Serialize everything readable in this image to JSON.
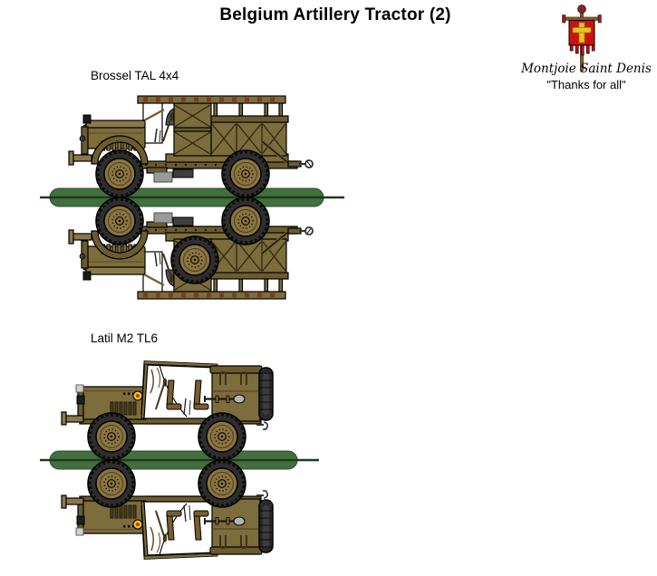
{
  "page": {
    "title": "Belgium Artillery Tractor (2)"
  },
  "banner": {
    "motto": "Montjoie Saint Denis",
    "caption": "\"Thanks for all\"",
    "icon": "oriflamme-standard-with-yellow-cross"
  },
  "vehicles": [
    {
      "label": "Brossel TAL 4x4",
      "views": [
        "left-side",
        "mirrored-underside-reflection"
      ]
    },
    {
      "label": "Latil M2 TL6",
      "views": [
        "left-side",
        "mirrored-underside-reflection"
      ]
    }
  ],
  "colors": {
    "page_bg": "#ffffff",
    "body": "#7d6c3c",
    "body_dark": "#6b5b2e",
    "body_light": "#8a7a4a",
    "outline": "#000000",
    "brace": "#2e2610",
    "tire": "#2e2e2e",
    "hub": "#8a7440",
    "ground_green": "#41703c",
    "ground_edge": "#2a4d28",
    "ground_line": "#1c3a1e",
    "canvas_white": "#ffffff",
    "glass_blue": "#dbe7ec",
    "roof_tick": "#7a3b1f",
    "flag_red": "#cc1111",
    "flag_yellow": "#e8c422",
    "pole_brown": "#7a5c2e",
    "finial_red": "#8b2525",
    "roundel_red": "#cc2222",
    "metal_gray": "#9a9a9a",
    "seat_brown": "#7a5c2e"
  }
}
